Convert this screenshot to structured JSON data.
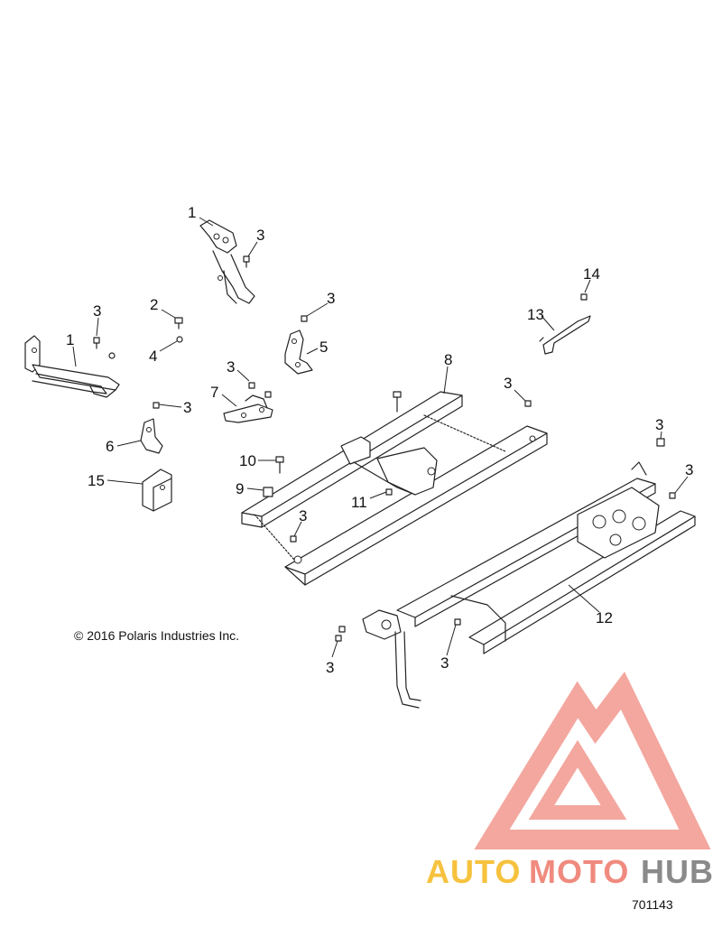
{
  "callouts": {
    "c1a": "1",
    "c1b": "1",
    "c2": "2",
    "c3a": "3",
    "c3b": "3",
    "c3c": "3",
    "c3d": "3",
    "c3e": "3",
    "c3f": "3",
    "c3g": "3",
    "c3h": "3",
    "c3i": "3",
    "c3j": "3",
    "c3k": "3",
    "c4": "4",
    "c5": "5",
    "c6": "6",
    "c7": "7",
    "c8": "8",
    "c9": "9",
    "c10": "10",
    "c11": "11",
    "c12": "12",
    "c13": "13",
    "c14": "14",
    "c15": "15"
  },
  "copyright": "© 2016  Polaris Industries Inc.",
  "figure_number": "701143",
  "watermark": {
    "part1": "AUTO",
    "part2": "MOTO",
    "part3": "HUB",
    "color1": "#f6c23e",
    "color2": "#f08a7e",
    "color3": "#8a8a8a",
    "logo_color": "#f08a7e"
  }
}
